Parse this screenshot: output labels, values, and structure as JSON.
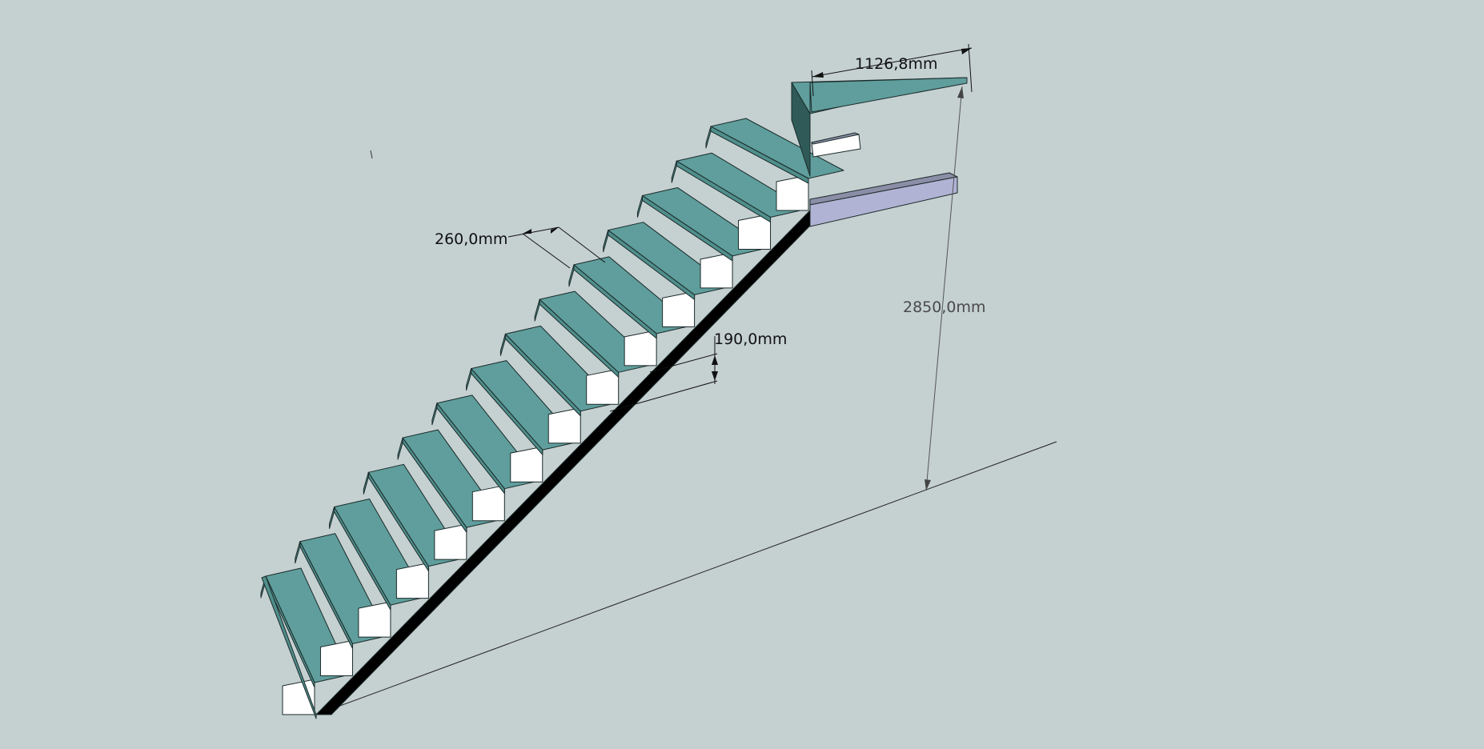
{
  "drawing": {
    "background": "#c5d0d1",
    "tread_color": "#5f9e9c",
    "tread_front_color": "#4f8e8b",
    "riser_color": "#ffffff",
    "stringer_color": "#b1b3d4",
    "beam_top_color": "#8b8ea6",
    "step_count": 14
  },
  "dimensions": {
    "tread_depth": "260,0mm",
    "riser_height": "190,0mm",
    "landing_width": "1126,8mm",
    "total_height": "2850,0mm"
  }
}
